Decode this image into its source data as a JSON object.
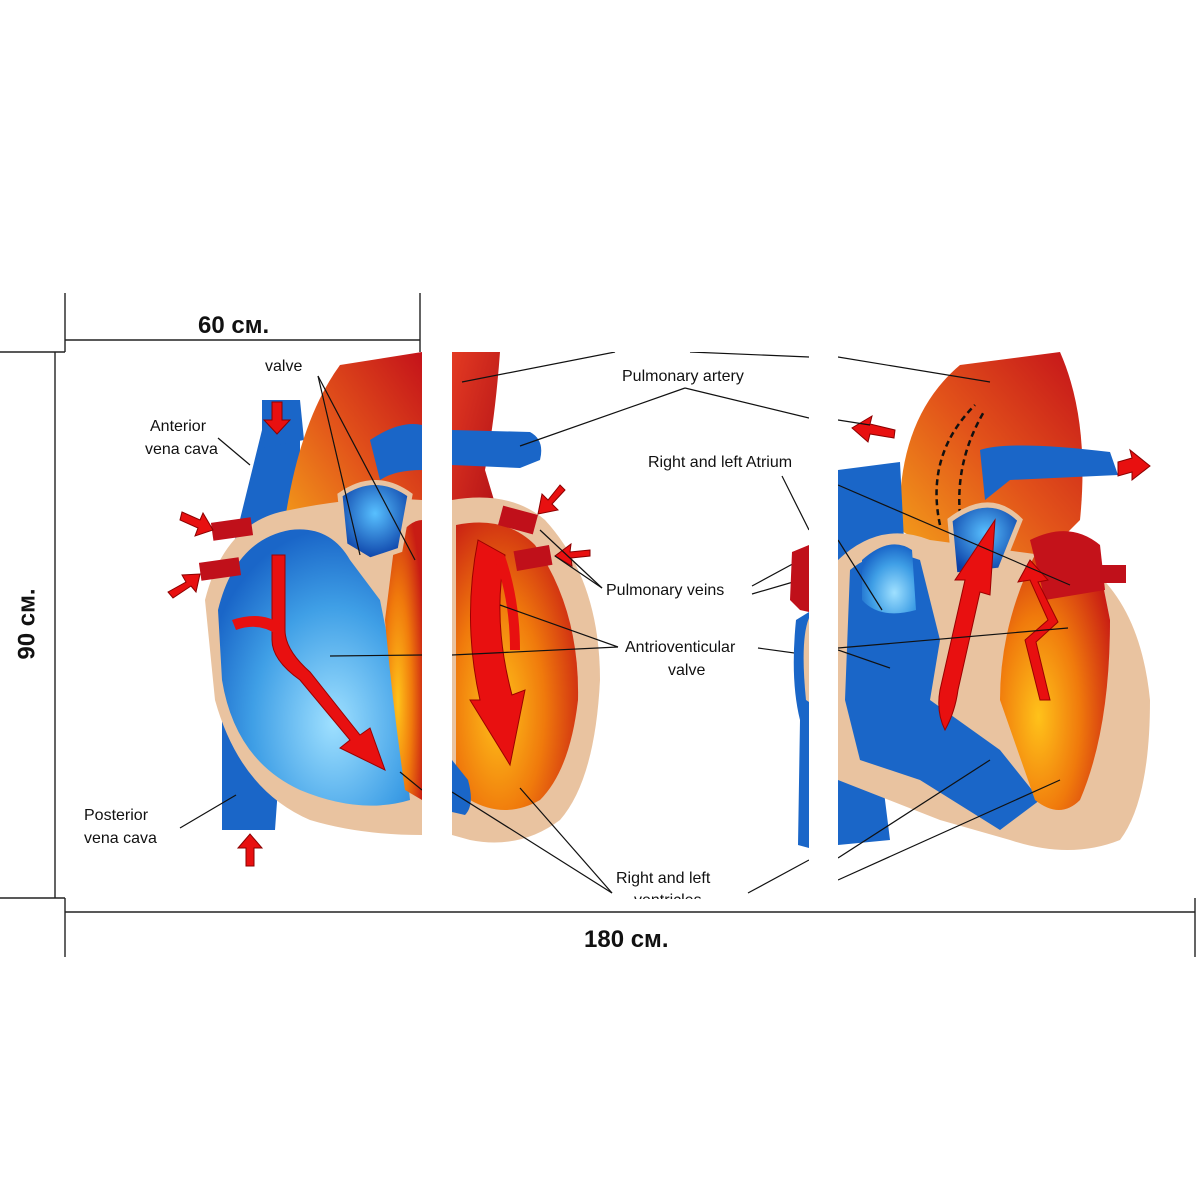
{
  "dimensions": {
    "panel_width": "60 см.",
    "height": "90 см.",
    "total_width": "180 см."
  },
  "labels": {
    "valve": "valve",
    "anterior_vena_cava_1": "Anterior",
    "anterior_vena_cava_2": "vena cava",
    "posterior_vena_cava_1": "Posterior",
    "posterior_vena_cava_2": "vena cava",
    "pulmonary_artery": "Pulmonary artery",
    "atrium": "Right and left Atrium",
    "pulmonary_veins": "Pulmonary veins",
    "av_valve_1": "Antrioventicular",
    "av_valve_2": "valve",
    "ventricles_1": "Right and left",
    "ventricles_2": "ventricles"
  },
  "colors": {
    "deoxygenated": "#1a66c8",
    "oxygenated": "#d01818",
    "wall": "#e9c3a0",
    "arrow": "#e81010",
    "dimension_line": "#222222"
  }
}
